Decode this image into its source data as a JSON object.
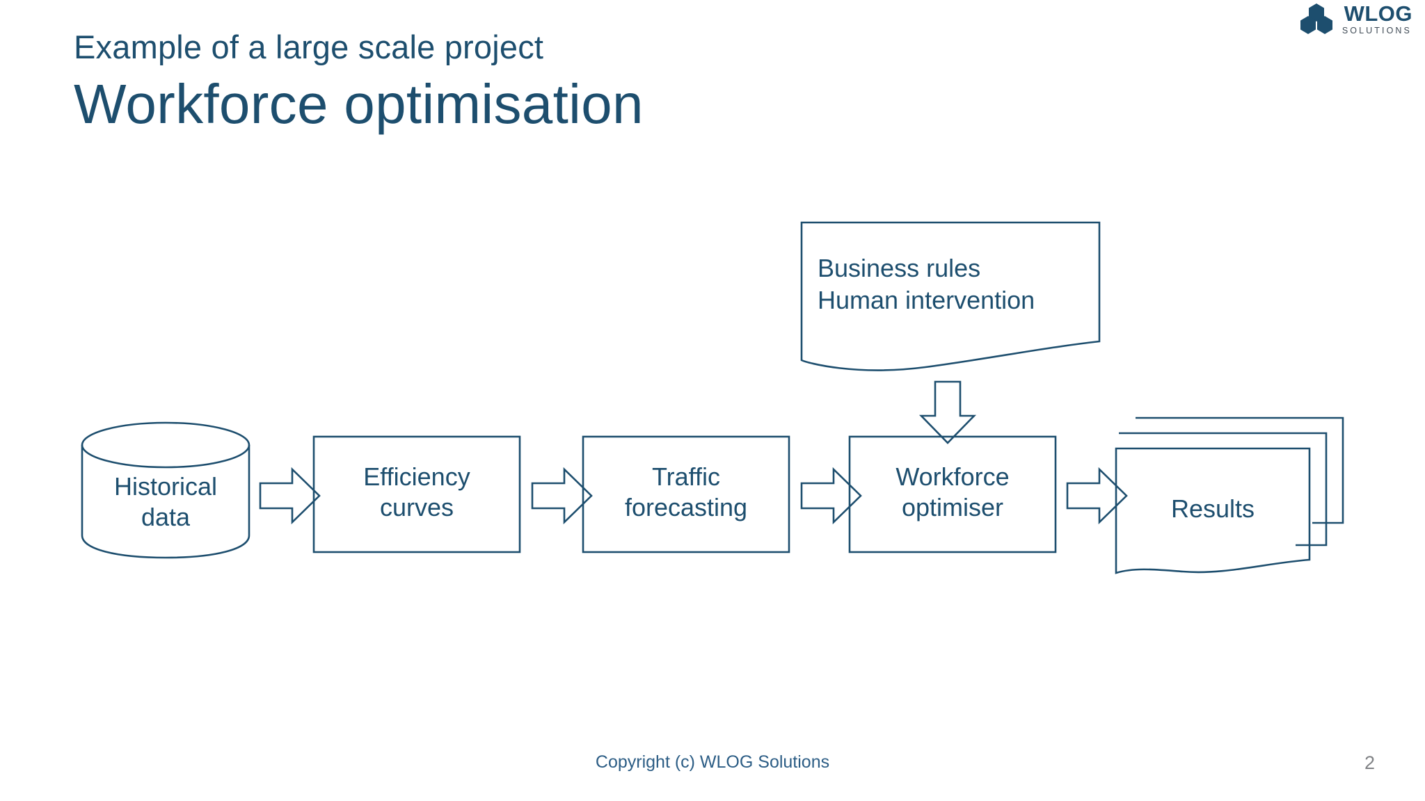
{
  "slide": {
    "eyebrow": "Example of a large scale project",
    "title": "Workforce optimisation",
    "accent_color": "#1d4e6e",
    "footer_color": "#2c5d85",
    "pagenum_color": "#808285",
    "background": "#ffffff"
  },
  "logo": {
    "wordmark": "WLOG",
    "tagline": "SOLUTIONS",
    "mark_color": "#1d4e6e",
    "tagline_color": "#3f4a55",
    "icon": "three-hexagons-icon"
  },
  "diagram": {
    "type": "flowchart",
    "nodes": [
      {
        "id": "historical-data",
        "label": "Historical\ndata",
        "line1": "Historical",
        "line2": "data",
        "shape": "cylinder"
      },
      {
        "id": "efficiency-curves",
        "label": "Efficiency\ncurves",
        "line1": "Efficiency",
        "line2": "curves",
        "shape": "rectangle"
      },
      {
        "id": "traffic-forecasting",
        "label": "Traffic\nforecasting",
        "line1": "Traffic",
        "line2": "forecasting",
        "shape": "rectangle"
      },
      {
        "id": "workforce-optimiser",
        "label": "Workforce\noptimiser",
        "line1": "Workforce",
        "line2": "optimiser",
        "shape": "rectangle"
      },
      {
        "id": "results",
        "label": "Results",
        "line1": "Results",
        "line2": "",
        "shape": "stacked-documents"
      },
      {
        "id": "business-rules",
        "label": "Business rules\nHuman intervention",
        "line1": "Business rules",
        "line2": "Human intervention",
        "shape": "document"
      }
    ],
    "connectors": [
      {
        "id": "arrow-1",
        "from": "historical-data",
        "to": "efficiency-curves",
        "direction": "right"
      },
      {
        "id": "arrow-2",
        "from": "efficiency-curves",
        "to": "traffic-forecasting",
        "direction": "right"
      },
      {
        "id": "arrow-3",
        "from": "traffic-forecasting",
        "to": "workforce-optimiser",
        "direction": "right"
      },
      {
        "id": "arrow-4",
        "from": "workforce-optimiser",
        "to": "results",
        "direction": "right"
      },
      {
        "id": "arrow-5",
        "from": "business-rules",
        "to": "workforce-optimiser",
        "direction": "down"
      }
    ],
    "stroke_color": "#1d4e6e"
  },
  "footer": {
    "copyright": "Copyright (c) WLOG Solutions",
    "page_number": "2"
  }
}
